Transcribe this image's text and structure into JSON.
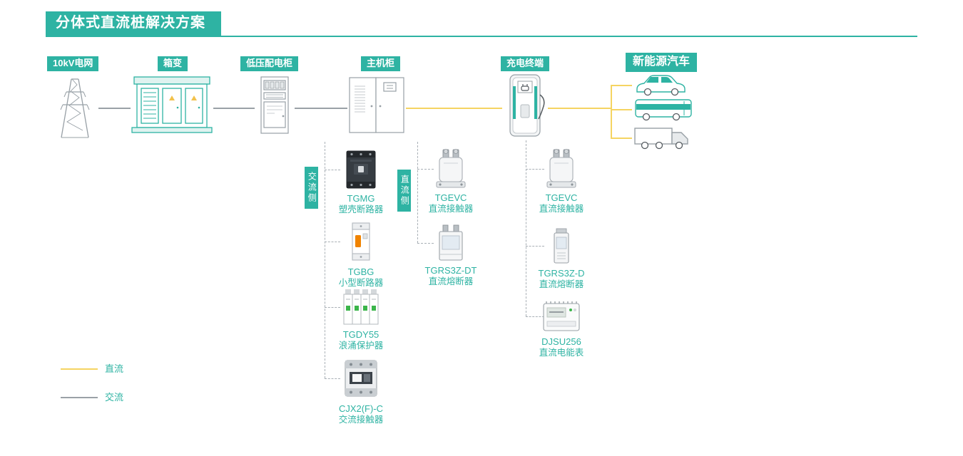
{
  "title": "分体式直流桩解决方案",
  "colors": {
    "accent": "#2eb3a3",
    "dc_line": "#f5d462",
    "ac_line": "#9aa1a7"
  },
  "nodes": [
    {
      "label": "10kV电网",
      "icon": "transmission-tower-icon"
    },
    {
      "label": "箱变",
      "icon": "box-transformer-icon"
    },
    {
      "label": "低压配电柜",
      "icon": "lv-distribution-cabinet-icon"
    },
    {
      "label": "主机柜",
      "icon": "main-cabinet-icon"
    },
    {
      "label": "充电终端",
      "icon": "charging-terminal-icon"
    },
    {
      "label": "新能源汽车",
      "icon": "ev-vehicles-icon"
    }
  ],
  "branches": {
    "ac_side": {
      "label": "交流侧",
      "components": [
        {
          "model": "TGMG",
          "name": "塑壳断路器",
          "icon": "mccb-icon"
        },
        {
          "model": "TGBG",
          "name": "小型断路器",
          "icon": "mcb-icon"
        },
        {
          "model": "TGDY55",
          "name": "浪涌保护器",
          "icon": "spd-icon"
        },
        {
          "model": "CJX2(F)-C",
          "name": "交流接触器",
          "icon": "ac-contactor-icon"
        }
      ]
    },
    "dc_side": {
      "label": "直流侧",
      "components": [
        {
          "model": "TGEVC",
          "name": "直流接触器",
          "icon": "dc-contactor-icon"
        },
        {
          "model": "TGRS3Z-DT",
          "name": "直流熔断器",
          "icon": "dc-fuse-icon"
        }
      ]
    },
    "terminal": {
      "components": [
        {
          "model": "TGEVC",
          "name": "直流接触器",
          "icon": "dc-contactor-icon"
        },
        {
          "model": "TGRS3Z-D",
          "name": "直流熔断器",
          "icon": "dc-fuse-icon"
        },
        {
          "model": "DJSU256",
          "name": "直流电能表",
          "icon": "dc-energy-meter-icon"
        }
      ]
    }
  },
  "legend": [
    {
      "label": "直流",
      "color": "#f5d462"
    },
    {
      "label": "交流",
      "color": "#9aa1a7"
    }
  ]
}
